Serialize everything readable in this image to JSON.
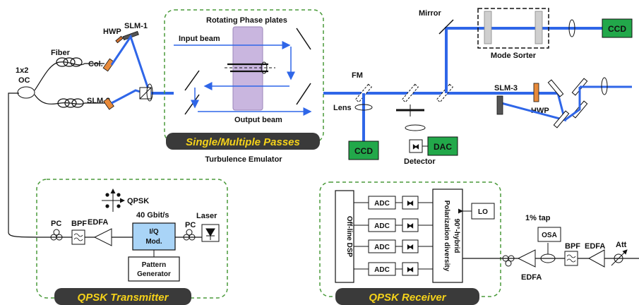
{
  "colors": {
    "beam": "#2f66e8",
    "green_block": "#22a84a",
    "modulator": "#a9d4f7",
    "phase_plate": "#c9b6df",
    "banner": "#3a3a3a",
    "banner_text": "#f5d21a",
    "dashed_green": "#4a9a3a",
    "hwp_orange": "#e88a3a"
  },
  "turbulence": {
    "title": "Rotating Phase plates",
    "input_beam": "Input beam",
    "output_beam": "Output beam",
    "banner": "Single/Multiple Passes",
    "caption": "Turbulence Emulator"
  },
  "left": {
    "oc": [
      "1x2",
      "OC"
    ],
    "fiber": "Fiber",
    "col": "Col.",
    "hwp": "HWP",
    "slm1": "SLM-1",
    "slm2": "SLM-2"
  },
  "right": {
    "mirror": "Mirror",
    "mode_sorter": "Mode Sorter",
    "ccd_top": "CCD",
    "fm": "FM",
    "lens": "Lens",
    "ccd_bottom": "CCD",
    "dac": "DAC",
    "detector": "Detector",
    "hwp": "HWP",
    "slm3": "SLM-3"
  },
  "transmitter": {
    "qpsk": "QPSK",
    "rate": "40 Gbit/s",
    "pc1": "PC",
    "bpf": "BPF",
    "edfa": "EDFA",
    "mod": [
      "I/Q",
      "Mod."
    ],
    "pc2": "PC",
    "laser": "Laser",
    "pattern": [
      "Pattern",
      "Generator"
    ],
    "banner": "QPSK Transmitter"
  },
  "receiver": {
    "dsp": "Off-line DSP",
    "adc": [
      "ADC",
      "ADC",
      "ADC",
      "ADC"
    ],
    "hybrid": [
      "Polarization diversity",
      "90°-hybrid"
    ],
    "lo": "LO",
    "tap": "1% tap",
    "osa": "OSA",
    "bpf": "BPF",
    "edfa1": "EDFA",
    "edfa2": "EDFA",
    "att": "Att",
    "banner": "QPSK Receiver"
  }
}
